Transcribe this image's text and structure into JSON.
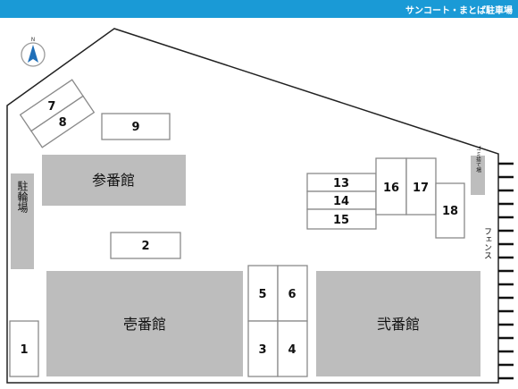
{
  "header": {
    "title": "サンコート・まとば駐車場"
  },
  "compass": {
    "label": "N",
    "icon": "north-arrow-icon"
  },
  "colors": {
    "header": "#1a9ad6",
    "building": "#bdbdbd",
    "outline": "#222222",
    "slot_border": "#888888"
  },
  "buildings": {
    "san": "参番館",
    "ichi": "壱番館",
    "ni": "弐番館",
    "bike_parking": "駐輪場",
    "garbage": "ゴミ捨て場",
    "fence": "フェンス"
  },
  "slots": [
    "1",
    "2",
    "3",
    "4",
    "5",
    "6",
    "7",
    "8",
    "9",
    "13",
    "14",
    "15",
    "16",
    "17",
    "18"
  ]
}
